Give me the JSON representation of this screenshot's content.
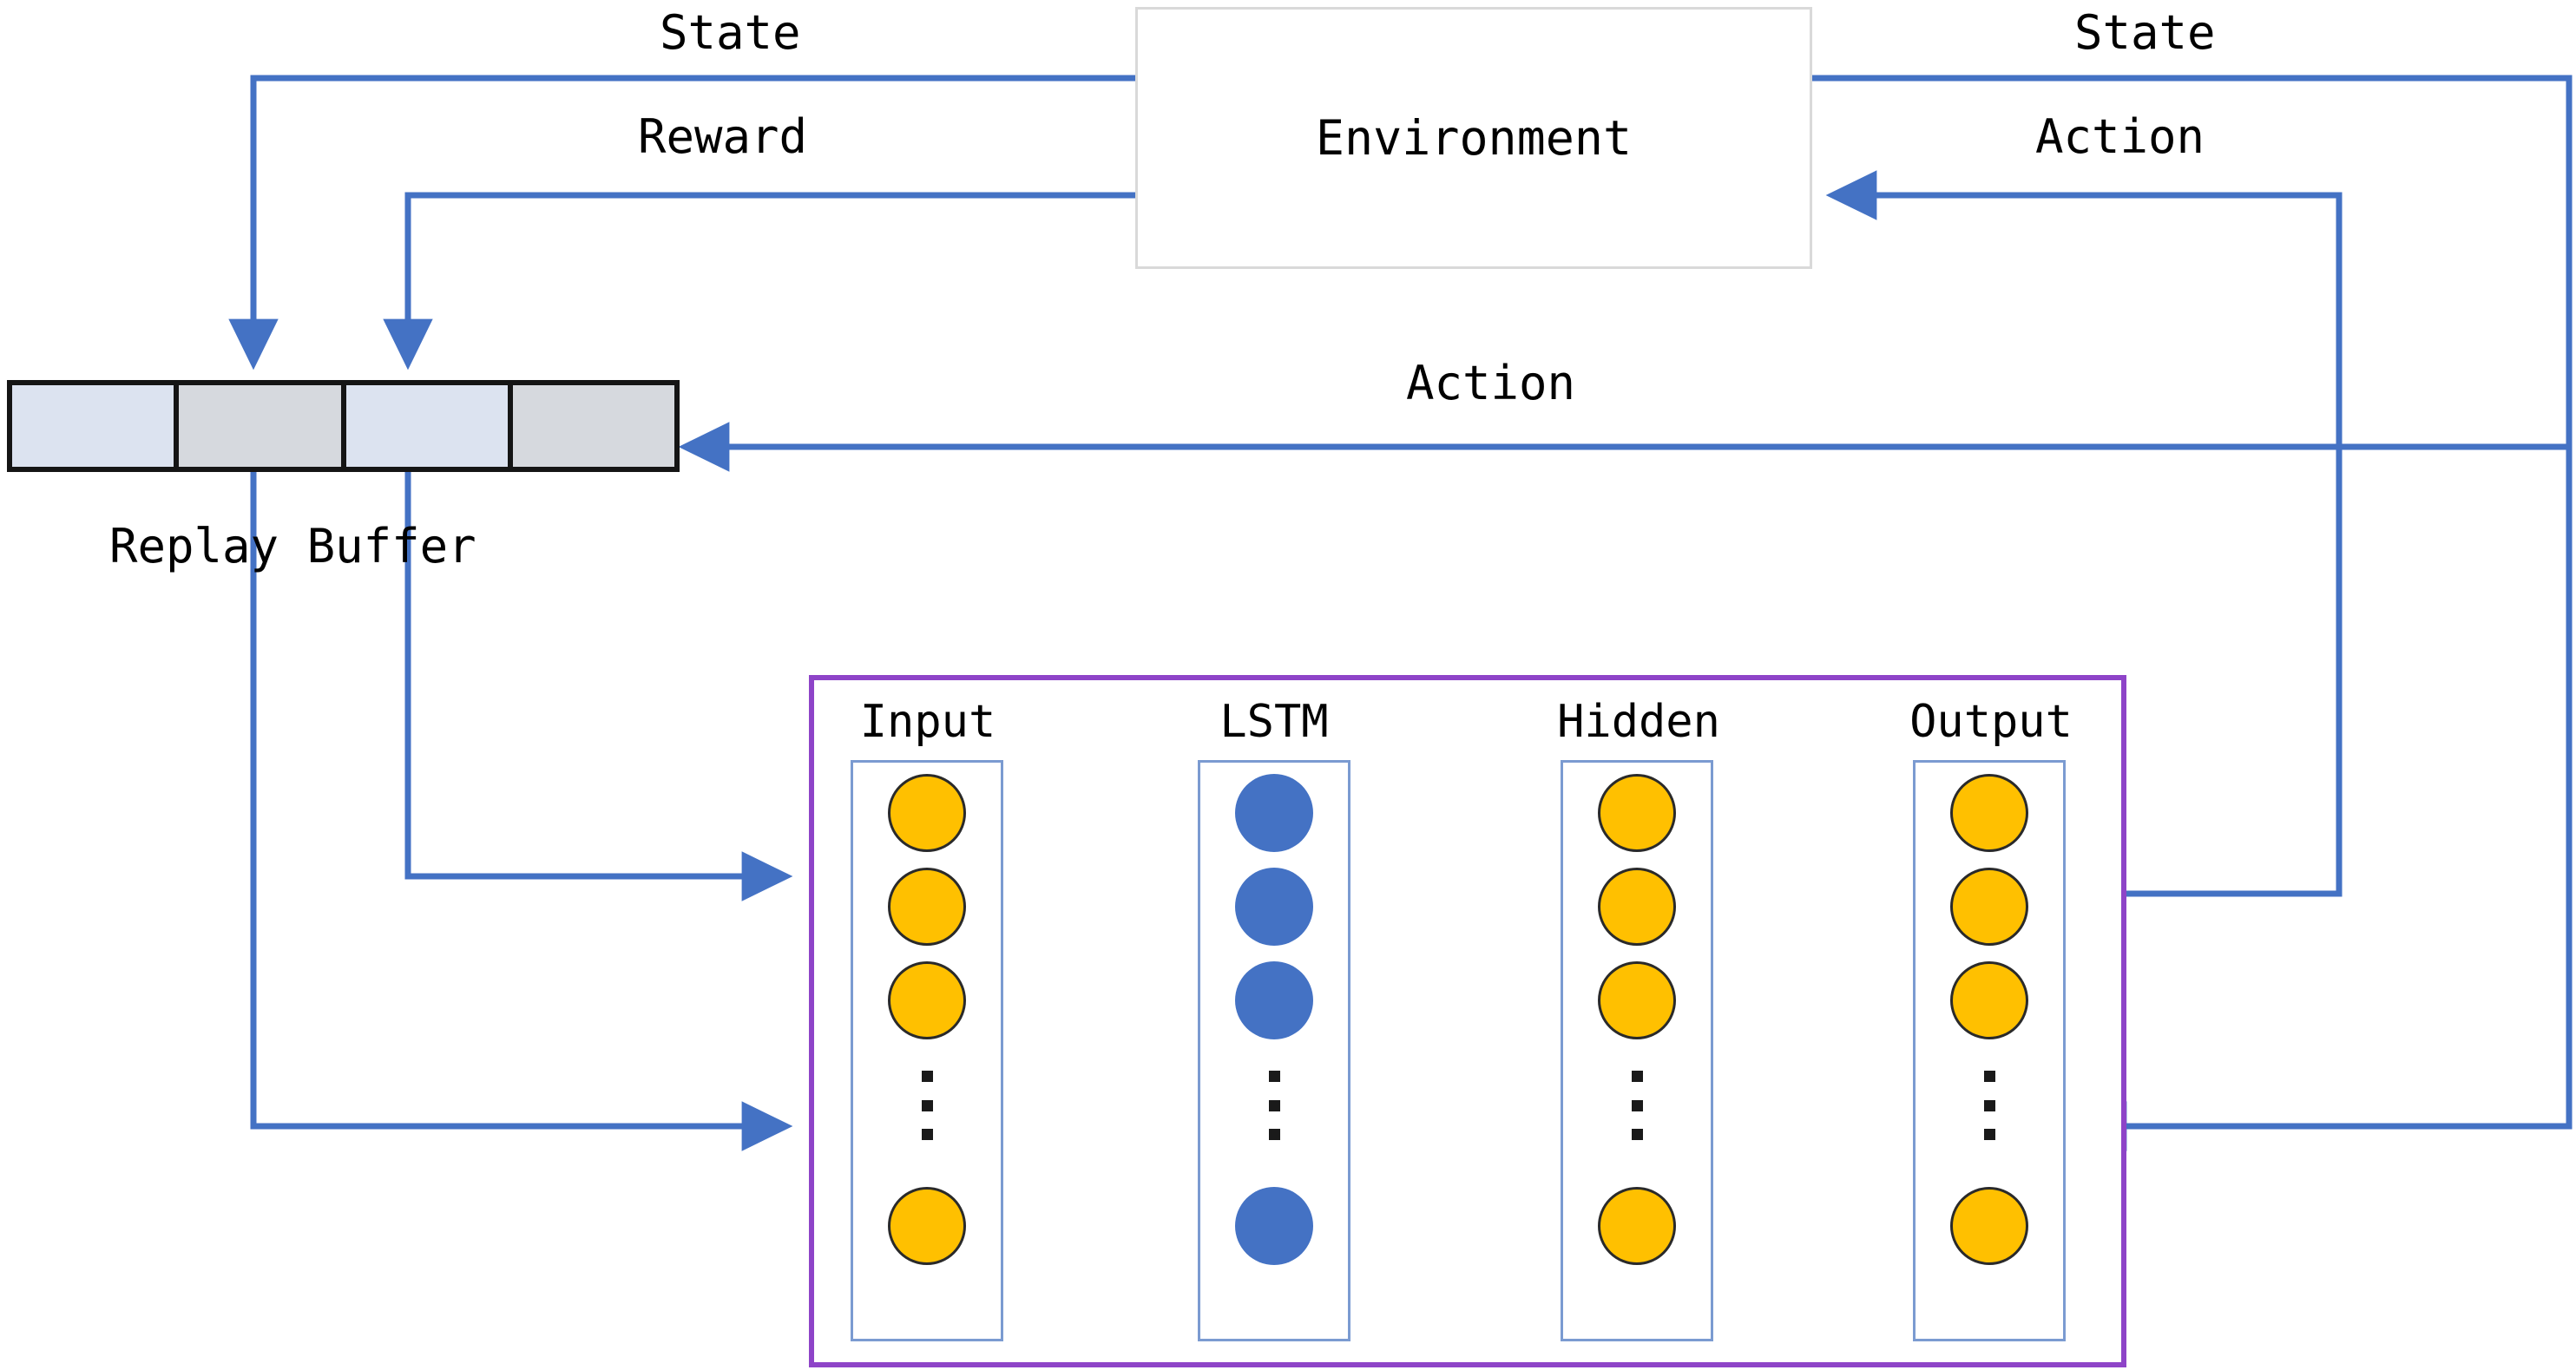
{
  "diagram": {
    "title": "LSTM-DQN reinforcement learning architecture",
    "colors": {
      "flow_arrow": "#4472C4",
      "env_border": "#D9D9D9",
      "buffer_border": "#151515",
      "buffer_cell_a": "#DCE3F0",
      "buffer_cell_b": "#D6D9DE",
      "network_border": "#8E44C8",
      "layer_border": "#7B9BD1",
      "node_yellow": "#FFC000",
      "node_blue": "#4472C4",
      "connection": "#1A1A1A"
    },
    "environment": {
      "label": "Environment"
    },
    "replay_buffer": {
      "label": "Replay Buffer",
      "cells": [
        "",
        "",
        "",
        ""
      ],
      "cell_count": 4
    },
    "edge_labels": {
      "state_left": "State",
      "reward": "Reward",
      "state_right": "State",
      "action_right": "Action",
      "action_buffer": "Action"
    },
    "network": {
      "layers": [
        {
          "name": "Input",
          "label": "Input",
          "node_color": "yellow",
          "visible_nodes": 4,
          "has_ellipsis": true
        },
        {
          "name": "LSTM",
          "label": "LSTM",
          "node_color": "blue",
          "visible_nodes": 4,
          "has_ellipsis": true
        },
        {
          "name": "Hidden",
          "label": "Hidden",
          "node_color": "yellow",
          "visible_nodes": 4,
          "has_ellipsis": true
        },
        {
          "name": "Output",
          "label": "Output",
          "node_color": "yellow",
          "visible_nodes": 4,
          "has_ellipsis": true
        }
      ]
    },
    "flows": [
      {
        "from": "Environment",
        "to": "Replay Buffer",
        "label": "State"
      },
      {
        "from": "Environment",
        "to": "Replay Buffer",
        "label": "Reward"
      },
      {
        "from": "Environment",
        "to": "Network Output",
        "label": "State"
      },
      {
        "from": "Network Output",
        "to": "Environment",
        "label": "Action"
      },
      {
        "from": "Network Output",
        "to": "Replay Buffer",
        "label": "Action"
      },
      {
        "from": "Replay Buffer",
        "to": "Network Input",
        "label": ""
      }
    ]
  }
}
